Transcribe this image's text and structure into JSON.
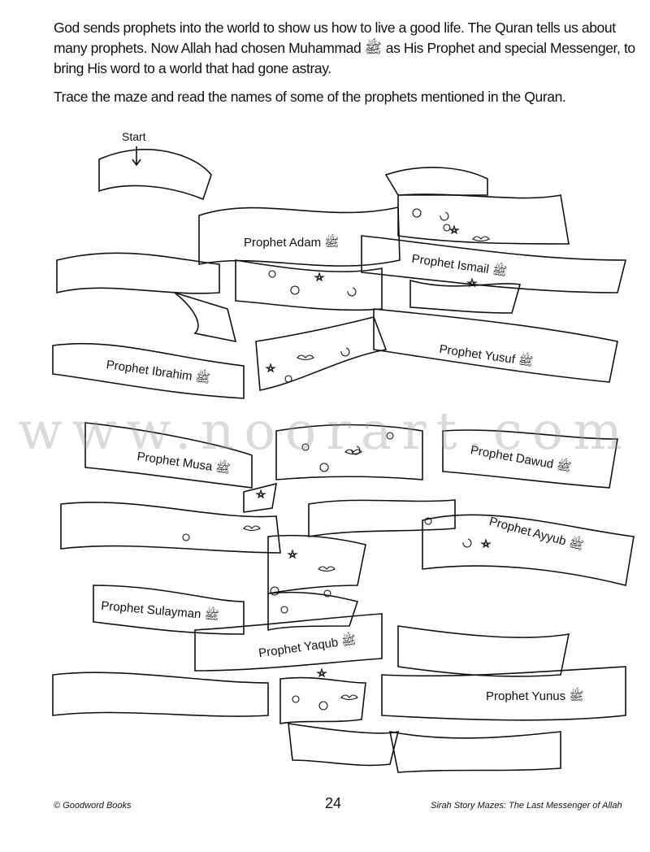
{
  "intro": {
    "paragraph1": "God sends prophets into the world to show us how to live a good life. The Quran tells us about many prophets. Now Allah had chosen Muhammad ﷺ as His Prophet and special Messenger, to bring His word to a world that had gone astray.",
    "paragraph2": "Trace the maze and read the names of some of the prophets mentioned in the Quran."
  },
  "maze": {
    "start_label": "Start",
    "banners": [
      "Prophet Adam ﷺ",
      "Prophet Ismail ﷺ",
      "Prophet Ibrahim ﷺ",
      "Prophet Yusuf ﷺ",
      "Prophet Musa ﷺ",
      "Prophet Dawud ﷺ",
      "Prophet Ayyub ﷺ",
      "Prophet Sulayman ﷺ",
      "Prophet Yaqub ﷺ",
      "Prophet Yunus ﷺ"
    ]
  },
  "watermark": "www.noorart.com",
  "footer": {
    "publisher": "© Goodword Books",
    "page_number": "24",
    "book_title": "Sirah Story Mazes: The Last Messenger of Allah"
  }
}
